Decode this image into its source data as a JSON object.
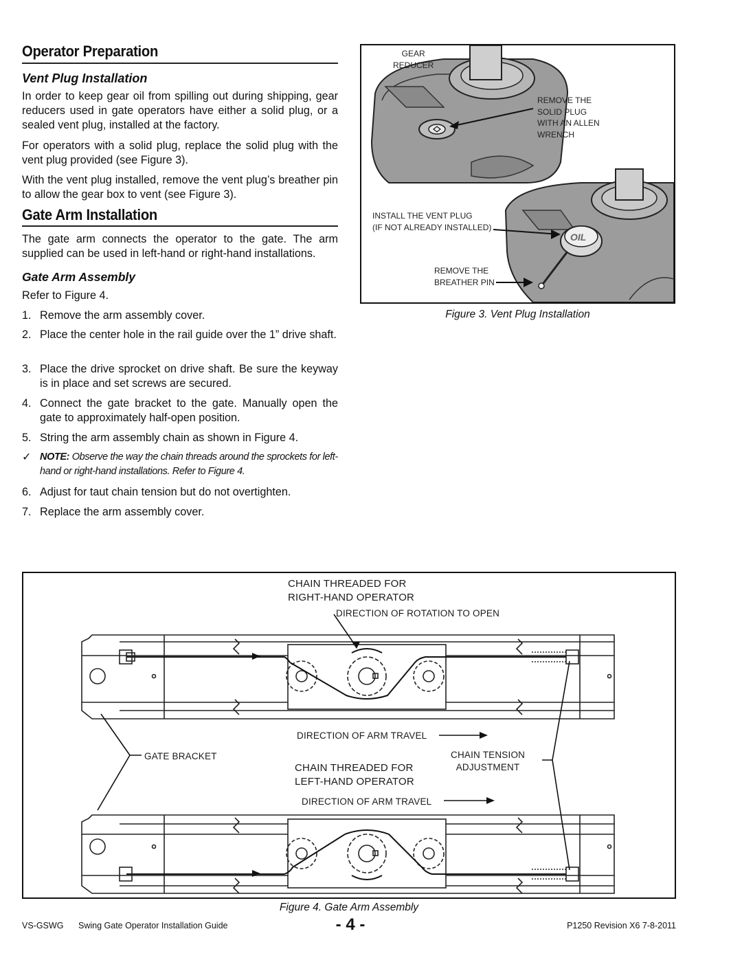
{
  "left_column": {
    "section1_title": "Operator Preparation",
    "vent_heading": "Vent Plug Installation",
    "vent_p1": "In order to keep gear oil from spilling out during shipping, gear reducers used in gate operators have either a solid plug, or a sealed vent plug, installed at the factory.",
    "vent_p2": "For operators with a solid plug, replace the solid plug with the vent plug provided (see Figure 3).",
    "vent_p3": "With the vent plug installed, remove the vent plug’s breather pin to allow the gear box to vent (see Figure 3).",
    "section2_title": "Gate Arm Installation",
    "gate_p1": "The gate arm connects the operator to the gate. The arm supplied can be used in left-hand or right-hand installations.",
    "assembly_heading": "Gate Arm Assembly",
    "refer": "Refer to Figure 4.",
    "steps": [
      {
        "n": "1.",
        "t": "Remove the arm assembly cover."
      },
      {
        "n": "2.",
        "t": "Place the center hole in the rail guide over the 1” drive shaft."
      },
      {
        "n": "3.",
        "t": "Place the drive sprocket on drive shaft. Be sure the keyway is in place and set screws are secured."
      },
      {
        "n": "4.",
        "t": "Connect the gate bracket to the gate. Manually open the gate to approximately half-open position."
      },
      {
        "n": "5.",
        "t": "String the arm assembly chain as shown in Figure 4."
      },
      {
        "n": "6.",
        "t": "Adjust for taut chain tension but do not overtighten."
      },
      {
        "n": "7.",
        "t": "Replace the arm assembly cover."
      }
    ],
    "note_mark": "✓",
    "note_label": "NOTE:",
    "note_text": " Observe the way the chain threads around the sprockets for left-hand or right-hand installations. Refer to Figure 4."
  },
  "figure3": {
    "gear_reducer_1": "GEAR",
    "gear_reducer_2": "REDUCER",
    "remove_1": "REMOVE THE",
    "remove_2": "SOLID PLUG",
    "remove_3": "WITH AN ALLEN",
    "remove_4": "WRENCH",
    "install_1": "INSTALL THE VENT PLUG",
    "install_2": "(IF NOT ALREADY INSTALLED)",
    "breather_1": "REMOVE THE",
    "breather_2": "BREATHER PIN",
    "oil": "OIL",
    "caption": "Figure 3. Vent Plug Installation"
  },
  "figure4": {
    "right_hand_1": "CHAIN THREADED FOR",
    "right_hand_2": "RIGHT-HAND OPERATOR",
    "rotation": "DIRECTION OF ROTATION TO OPEN",
    "arm_travel_1": "DIRECTION OF ARM TRAVEL",
    "gate_bracket": "GATE BRACKET",
    "left_hand_1": "CHAIN THREADED FOR",
    "left_hand_2": "LEFT-HAND OPERATOR",
    "tension_1": "CHAIN TENSION",
    "tension_2": "ADJUSTMENT",
    "arm_travel_2": "DIRECTION OF ARM TRAVEL",
    "caption": "Figure 4. Gate Arm Assembly"
  },
  "footer": {
    "doc_code": "VS-GSWG",
    "doc_title": "Swing Gate Operator Installation Guide",
    "page_number": "- 4 -",
    "revision": "P1250 Revision X6 7-8-2011"
  }
}
